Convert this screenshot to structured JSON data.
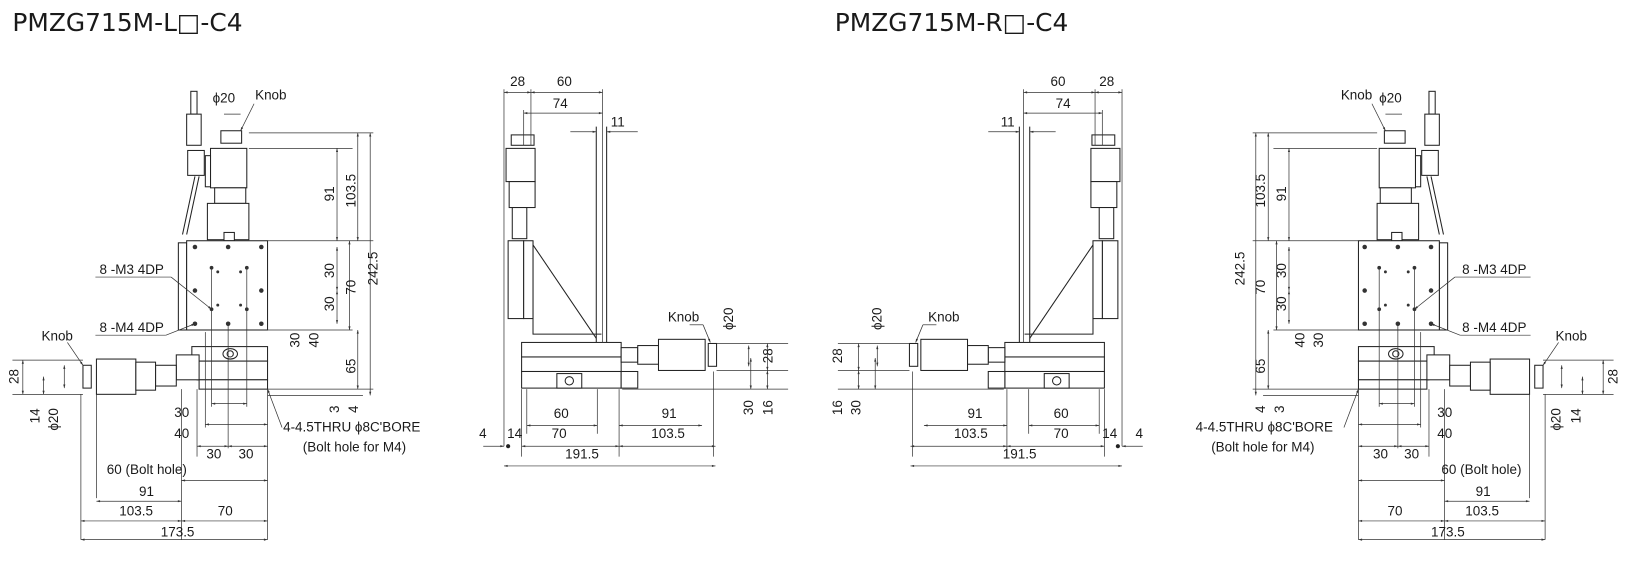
{
  "left": {
    "title": "PMZG715M-L□-C4",
    "top_view": [
      "ϕ20",
      "Knob",
      "91",
      "103.5",
      "242.5",
      "30",
      "70",
      "30",
      "30",
      "40",
      "65",
      "3",
      "4",
      "8 -M3 4DP",
      "8 -M4 4DP",
      "Knob",
      "28",
      "14",
      "ϕ20",
      "30",
      "40",
      "30",
      "30",
      "60 (Bolt hole)",
      "91",
      "103.5",
      "70",
      "173.5",
      "4-4.5THRU ϕ8C'BORE",
      "(Bolt hole for M4)"
    ],
    "side_view": [
      "28",
      "60",
      "74",
      "11",
      "Knob",
      "ϕ20",
      "28",
      "30",
      "16",
      "60",
      "91",
      "4",
      "14",
      "70",
      "103.5",
      "191.5"
    ]
  },
  "right": {
    "title": "PMZG715M-R□-C4",
    "top_view": [
      "Knob",
      "ϕ20",
      "103.5",
      "91",
      "242.5",
      "30",
      "70",
      "30",
      "8 -M3 4DP",
      "8 -M4 4DP",
      "40",
      "30",
      "65",
      "Knob",
      "28",
      "4",
      "3",
      "14",
      "ϕ20",
      "4-4.5THRU ϕ8C'BORE",
      "(Bolt hole for M4)",
      "30",
      "40",
      "30",
      "30",
      "60 (Bolt hole)",
      "91",
      "70",
      "103.5",
      "173.5"
    ],
    "side_view": [
      "60",
      "28",
      "74",
      "11",
      "Knob",
      "ϕ20",
      "28",
      "16",
      "30",
      "91",
      "60",
      "103.5",
      "70",
      "14",
      "4",
      "191.5"
    ]
  }
}
